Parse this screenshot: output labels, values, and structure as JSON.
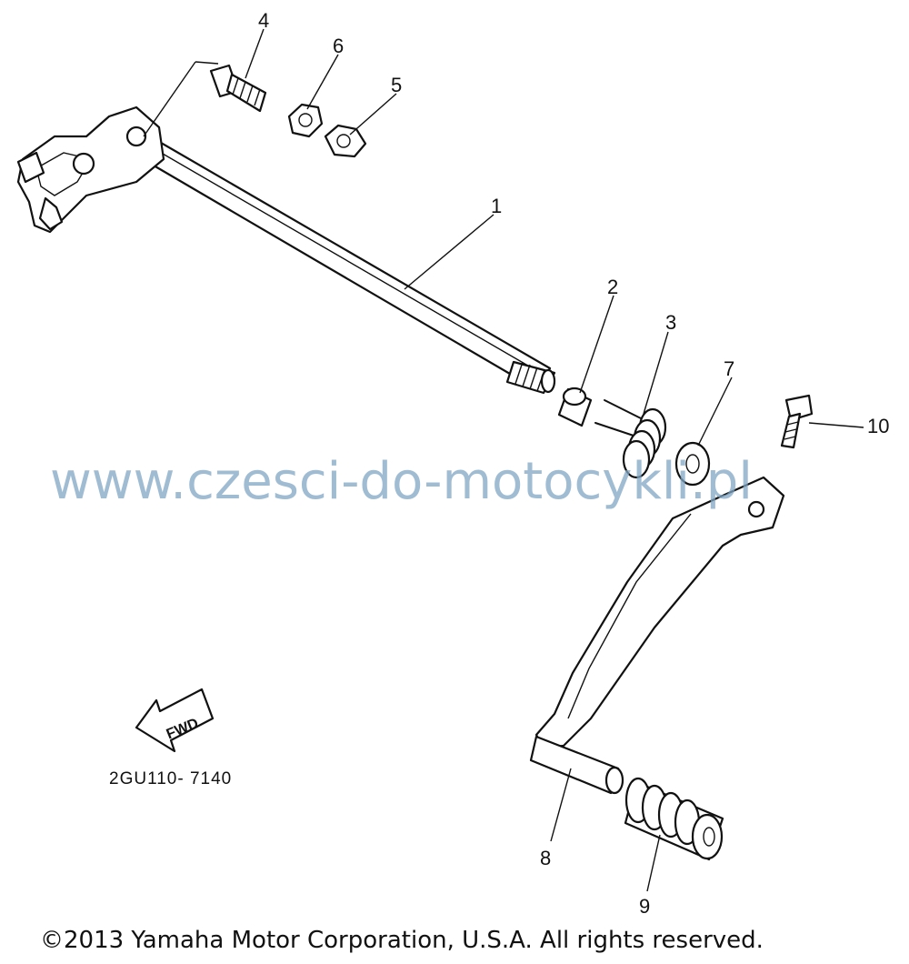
{
  "diagram": {
    "callouts": [
      {
        "id": "1",
        "label": "1"
      },
      {
        "id": "2",
        "label": "2"
      },
      {
        "id": "3",
        "label": "3"
      },
      {
        "id": "4",
        "label": "4"
      },
      {
        "id": "5",
        "label": "5"
      },
      {
        "id": "6",
        "label": "6"
      },
      {
        "id": "7",
        "label": "7"
      },
      {
        "id": "8",
        "label": "8"
      },
      {
        "id": "9",
        "label": "9"
      },
      {
        "id": "10",
        "label": "10"
      }
    ],
    "fwd_label": "FWD",
    "drawing_code": "2GU110- 7140"
  },
  "watermark": "www.czesci-do-motocykli.pl",
  "copyright": "©2013 Yamaha Motor Corporation, U.S.A. All rights reserved."
}
